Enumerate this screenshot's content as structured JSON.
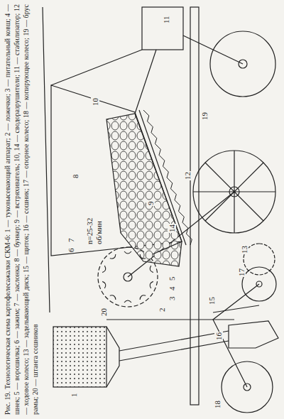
{
  "diagram": {
    "caption": "Рис. 19. Технологическая схема картофелесажалки СКМ-6: 1 — туковысевающий аппарат; 2 — ложечки; 3 — питательный ковш; 4 — шнек; 5 — ворошилка; 6 — зажим; 7 — заслонка; 8 — бункер; 9 — встряхиватель; 10, 14 — сводоразрушители; 11 — стабилизатор; 12 — ходовое колесо; 13 — заделывающий диск; 15 — щиток; 16 — сошник; 17 — опорное колесо; 18 — копирующее колесо; 19 — брус рамы; 20 — штанга сошников",
    "labels": [
      "1",
      "2",
      "3",
      "4",
      "5",
      "6",
      "7",
      "8",
      "9",
      "10",
      "11",
      "12",
      "13",
      "14",
      "15",
      "16",
      "17",
      "18",
      "19",
      "20",
      "n=25-32",
      "об/мин"
    ]
  }
}
